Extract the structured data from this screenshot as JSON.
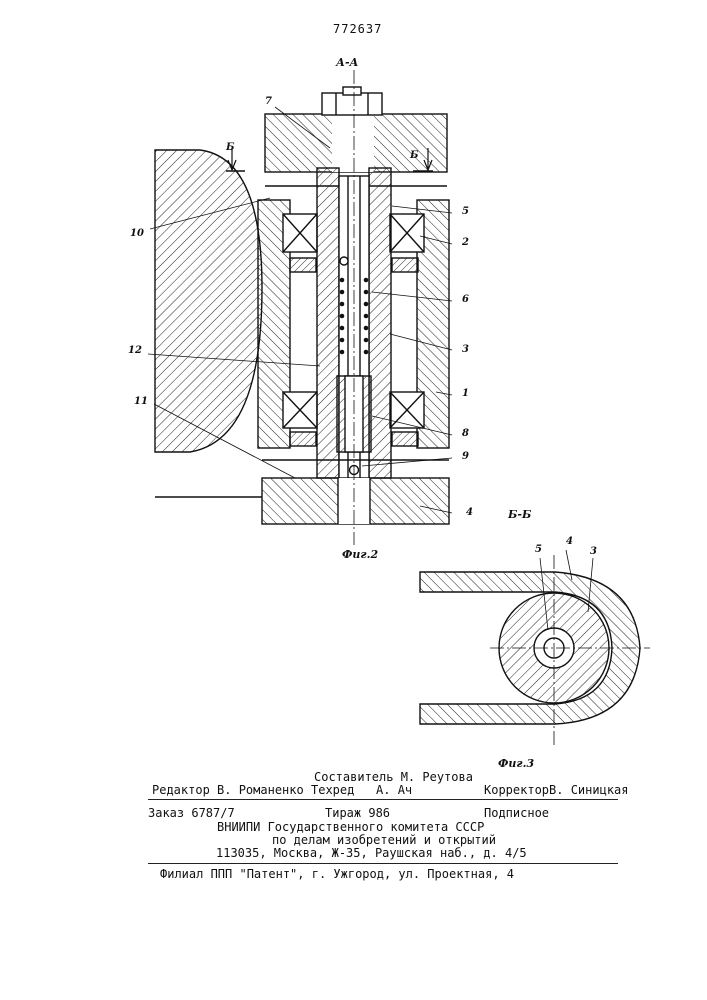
{
  "header": {
    "patent_number": "772637"
  },
  "figure2": {
    "section_title": "А-А",
    "section_mark_left": "Б",
    "section_mark_right": "Б",
    "caption": "Фиг.2",
    "callouts": [
      "7",
      "10",
      "12",
      "11",
      "5",
      "2",
      "6",
      "3",
      "1",
      "8",
      "9",
      "4"
    ]
  },
  "figure3": {
    "section_title": "Б-Б",
    "caption": "Фиг.3",
    "callouts": [
      "5",
      "4",
      "3"
    ]
  },
  "imprint": {
    "compiler": "Составитель М. Реутова",
    "editor": "Редактор В. Романенко",
    "techred": "Техред   А. Ач",
    "corrector": "КорректорВ. Синицкая",
    "order": "Заказ 6787/7",
    "circulation": "Тираж 986",
    "subscription": "Подписное",
    "org_line1": "ВНИИПИ Государственного комитета СССР",
    "org_line2": "по делам изобретений и открытий",
    "address": "113035, Москва, Ж-35, Раушская наб., д. 4/5",
    "branch": "Филиал ППП \"Патент\", г. Ужгород, ул. Проектная, 4"
  }
}
